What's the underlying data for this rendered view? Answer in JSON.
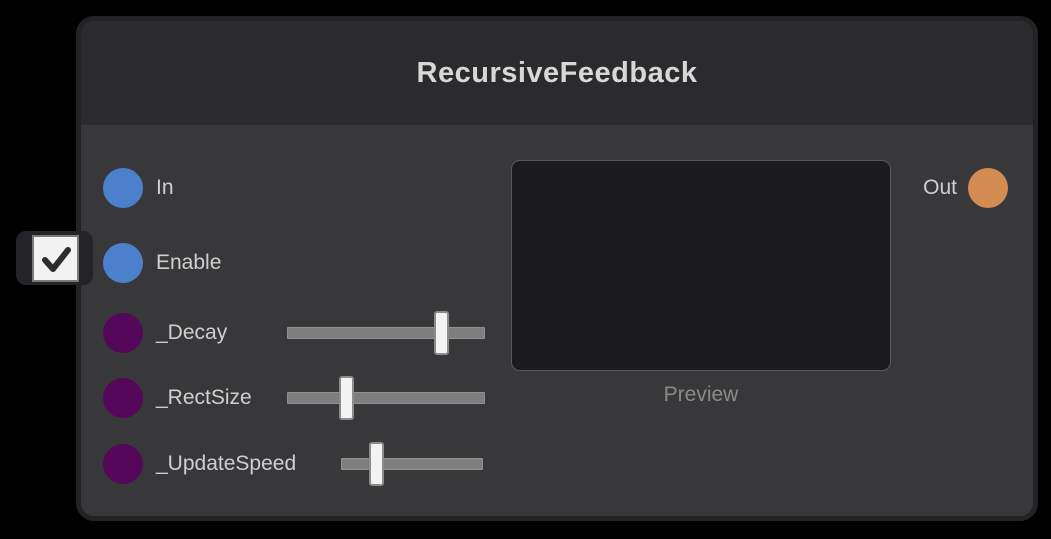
{
  "node": {
    "title": "RecursiveFeedback",
    "inputs": [
      {
        "label": "In",
        "port_color": "#4d80cc",
        "kind": "port"
      },
      {
        "label": "Enable",
        "port_color": "#4d80cc",
        "kind": "port",
        "checkbox_checked": true
      },
      {
        "label": "_Decay",
        "port_color": "#550759",
        "kind": "slider",
        "slider_value": 0.78
      },
      {
        "label": "_RectSize",
        "port_color": "#550759",
        "kind": "slider",
        "slider_value": 0.3
      },
      {
        "label": "_UpdateSpeed",
        "port_color": "#550759",
        "kind": "slider",
        "slider_value": 0.25
      }
    ],
    "outputs": [
      {
        "label": "Out",
        "port_color": "#d28c52"
      }
    ],
    "preview": {
      "label": "Preview"
    }
  },
  "colors": {
    "background": "#000000",
    "node_body": "#38383a",
    "node_border": "#232325",
    "node_header": "#2b2b2d",
    "title_text": "#d8d8d8",
    "label_text": "#cfcfcf",
    "input_port_blue": "#4d80cc",
    "param_port_purple": "#550759",
    "output_port_orange": "#d28c52",
    "slider_track": "#7e7e7e",
    "slider_thumb": "#f3f3f3",
    "preview_background": "#1b1b1d",
    "preview_label_text": "#8a8a8a",
    "checkbox_fill": "#f2f2f2",
    "checkmark": "#2d2d2f"
  }
}
